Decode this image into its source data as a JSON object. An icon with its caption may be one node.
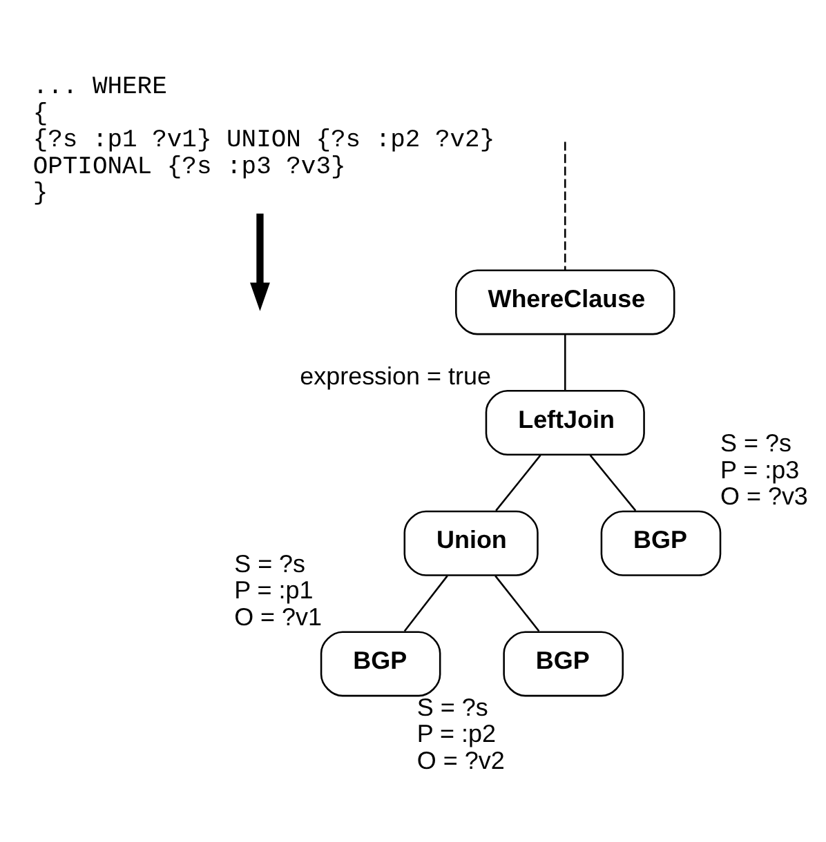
{
  "diagram": {
    "nodes": [
      {
        "text": [
          "... WHERE",
          "{",
          "{?s :p1 ?v1} UNION {?s :p2 ?v2}",
          "OPTIONAL {?s :p3 ?v3}",
          "}"
        ]
      },
      {
        "text": [
          "WhereClause"
        ]
      },
      {
        "text": [
          "LeftJoin"
        ],
        "beside": [
          "expression = true"
        ]
      },
      {
        "text": [
          "Union"
        ]
      },
      {
        "text": [
          "BGP"
        ],
        "beside": [
          "S = ?s",
          "P = :p3",
          "O = ?v3"
        ]
      },
      {
        "text": [
          "BGP"
        ],
        "beside": [
          "S = ?s",
          "P = :p1",
          "O = ?v1"
        ]
      },
      {
        "text": [
          "BGP"
        ],
        "beside": [
          "S = ?s",
          "P = :p2",
          "O = ?v2"
        ]
      }
    ],
    "edges": [
      {
        "from": 0,
        "to": null,
        "arrow": "to",
        "style": "thick"
      },
      {
        "from": null,
        "to": 1,
        "arrow": "none",
        "style": "dashed"
      },
      {
        "from": 1,
        "to": 2,
        "arrow": "none"
      },
      {
        "from": 2,
        "to": 3,
        "arrow": "none"
      },
      {
        "from": 2,
        "to": 4,
        "arrow": "none"
      },
      {
        "from": 3,
        "to": 5,
        "arrow": "none"
      },
      {
        "from": 3,
        "to": 6,
        "arrow": "none"
      }
    ]
  }
}
